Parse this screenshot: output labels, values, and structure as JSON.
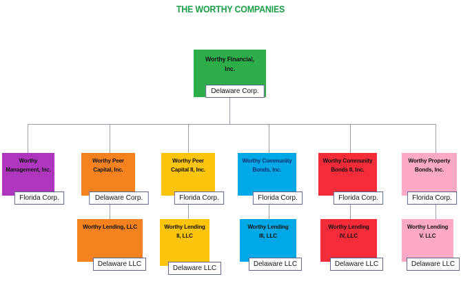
{
  "title": "THE WORTHY COMPANIES",
  "colors": {
    "title_green": "#1a9e48",
    "root_green": "#2dae4b",
    "purple": "#ad36bd",
    "orange": "#f5821f",
    "gold": "#fcc40b",
    "blue": "#00a8e8",
    "red": "#f42b38",
    "pink": "#fba9c4",
    "connector_gray": "#9a9ab0",
    "label_border": "#5a5f8a"
  },
  "chart_data": {
    "type": "diagram",
    "diagram_type": "organization-chart",
    "title": "THE WORTHY COMPANIES",
    "levels": 3,
    "nodes": [
      {
        "id": "root",
        "name": "Worthy Financial, Inc.",
        "jurisdiction": "Delaware Corp.",
        "color": "#2dae4b",
        "level": 0,
        "parent": null
      },
      {
        "id": "c1",
        "name": "Worthy Management, Inc.",
        "jurisdiction": "Florida Corp.",
        "color": "#ad36bd",
        "level": 1,
        "parent": "root"
      },
      {
        "id": "c2",
        "name": "Worthy Peer Capital, Inc.",
        "jurisdiction": "Delaware Corp.",
        "color": "#f5821f",
        "level": 1,
        "parent": "root"
      },
      {
        "id": "c3",
        "name": "Worthy Peer Capital II, Inc.",
        "jurisdiction": "Florida Corp.",
        "color": "#fcc40b",
        "level": 1,
        "parent": "root"
      },
      {
        "id": "c4",
        "name": "Worthy Community Bonds, Inc.",
        "jurisdiction": "Florida Corp.",
        "color": "#00a8e8",
        "level": 1,
        "parent": "root"
      },
      {
        "id": "c5",
        "name": "Worthy Community Bonds II, Inc.",
        "jurisdiction": "Florida Corp.",
        "color": "#f42b38",
        "level": 1,
        "parent": "root"
      },
      {
        "id": "c6",
        "name": "Worthy Property Bonds, Inc.",
        "jurisdiction": "Florida Corp.",
        "color": "#fba9c4",
        "level": 1,
        "parent": "root"
      },
      {
        "id": "g1",
        "name": "Worthy Lending, LLC",
        "jurisdiction": "Delaware LLC",
        "color": "#f5821f",
        "level": 2,
        "parent": "c2"
      },
      {
        "id": "g2",
        "name": "Worthy Lending II, LLC",
        "jurisdiction": "Delaware LLC",
        "color": "#fcc40b",
        "level": 2,
        "parent": "c3"
      },
      {
        "id": "g3",
        "name": "Worthy Lending III, LLC",
        "jurisdiction": "Delaware LLC",
        "color": "#00a8e8",
        "level": 2,
        "parent": "c4"
      },
      {
        "id": "g4",
        "name": "Worthy Lending IV, LLC",
        "jurisdiction": "Delaware LLC",
        "color": "#f42b38",
        "level": 2,
        "parent": "c5"
      },
      {
        "id": "g5",
        "name": "Worthy Lending V. LLC",
        "jurisdiction": "Delaware LLC",
        "color": "#fba9c4",
        "level": 2,
        "parent": "c6"
      }
    ]
  },
  "nodes": {
    "root": {
      "line1": "Worthy Financial,",
      "line2": "Inc.",
      "label": "Delaware Corp."
    },
    "c1": {
      "line1": "Worthy",
      "line2": "Management, Inc.",
      "label": "Florida Corp."
    },
    "c2": {
      "line1": "Worthy Peer",
      "line2": "Capital, Inc.",
      "label": "Delaware Corp."
    },
    "c3": {
      "line1": "Worthy Peer",
      "line2": "Capital II, Inc.",
      "label": "Florida Corp."
    },
    "c4": {
      "line1": "Worthy Community",
      "line2": "Bonds, Inc.",
      "label": "Florida Corp."
    },
    "c5": {
      "line1": "Worthy Community",
      "line2": "Bonds II, Inc.",
      "label": "Florida Corp."
    },
    "c6": {
      "line1": "Worthy Property",
      "line2": "Bonds, Inc.",
      "label": "Florida Corp."
    },
    "g1": {
      "line1": "Worthy Lending, LLC",
      "line2": "",
      "label": "Delaware LLC"
    },
    "g2": {
      "line1": "Worthy Lending",
      "line2": "II, LLC",
      "label": "Delaware LLC"
    },
    "g3": {
      "line1": "Worthy Lending",
      "line2": "III, LLC",
      "label": "Delaware LLC"
    },
    "g4": {
      "line1": "Worthy Lending",
      "line2": "IV, LLC",
      "label": "Delaware LLC"
    },
    "g5": {
      "line1": "Worthy Lending",
      "line2": "V. LLC",
      "label": "Delaware LLC"
    }
  }
}
